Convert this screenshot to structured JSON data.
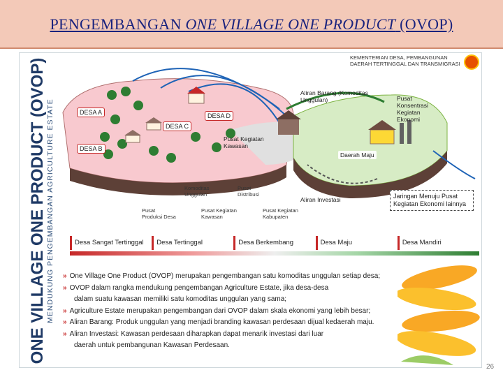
{
  "slide": {
    "title_prefix": "PENGEMBANGAN ",
    "title_italic": "ONE VILLAGE ONE PRODUCT",
    "title_suffix": " (OVOP)",
    "page_number": "26"
  },
  "poster": {
    "side_title": "ONE VILLAGE ONE PRODUCT (OVOP)",
    "side_subtitle": "MENDUKUNG PENGEMBANGAN AGRICULTURE ESTATE",
    "ministry_line1": "KEMENTERIAN DESA, PEMBANGUNAN",
    "ministry_line2": "DAERAH TERTINGGAL DAN TRANSMIGRASI",
    "labels": {
      "desa_a": "DESA A",
      "desa_b": "DESA B",
      "desa_c": "DESA C",
      "desa_d": "DESA D",
      "pusat_kawasan": "Pusat Kegiatan Kawasan",
      "aliran_barang": "Aliran Barang (Komoditas Unggulan)",
      "pusat_konsentrasi": "Pusat Konsentrasi Kegiatan Ekonomi",
      "daerah_maju": "Daerah Maju",
      "aliran_investasi": "Aliran Investasi",
      "jaringan": "Jaringan Menuju Pusat Kegiatan Ekonomi lainnya"
    },
    "legend": {
      "komoditas": "Komoditas Unggulan",
      "pusat_distribusi": "Pusat Distribusi",
      "pusat_produksi": "Pusat Produksi Desa",
      "pusat_kegiatan_kawasan": "Pusat Kegiatan Kawasan",
      "pusat_kegiatan_kabupaten": "Pusat Kegiatan Kabupaten"
    },
    "scale": [
      "Desa Sangat Tertinggal",
      "Desa Tertinggal",
      "Desa Berkembang",
      "Desa Maju",
      "Desa Mandiri"
    ],
    "bullets": [
      "One Village One Product (OVOP) merupakan pengembangan satu komoditas unggulan setiap desa;",
      "OVOP dalam rangka mendukung pengembangan Agriculture Estate, jika desa-desa",
      "Agriculture Estate merupakan pengembangan dari OVOP dalam skala ekonomi yang lebih besar;",
      "Aliran Barang: Produk unggulan yang menjadi branding kawasan perdesaan dijual kedaerah maju.",
      "Aliran Investasi: Kawasan perdesaan diharapkan dapat menarik investasi dari luar"
    ],
    "bullet_continuations": {
      "b2": "dalam suatu kawasan memiliki satu komoditas unggulan yang sama;",
      "b5": "daerah untuk pembangunan Kawasan Perdesaan."
    }
  },
  "colors": {
    "title": "#1a237e",
    "title_band": "#f3c9b8",
    "accent_red": "#c62828",
    "side_blue": "#1f3a66"
  }
}
